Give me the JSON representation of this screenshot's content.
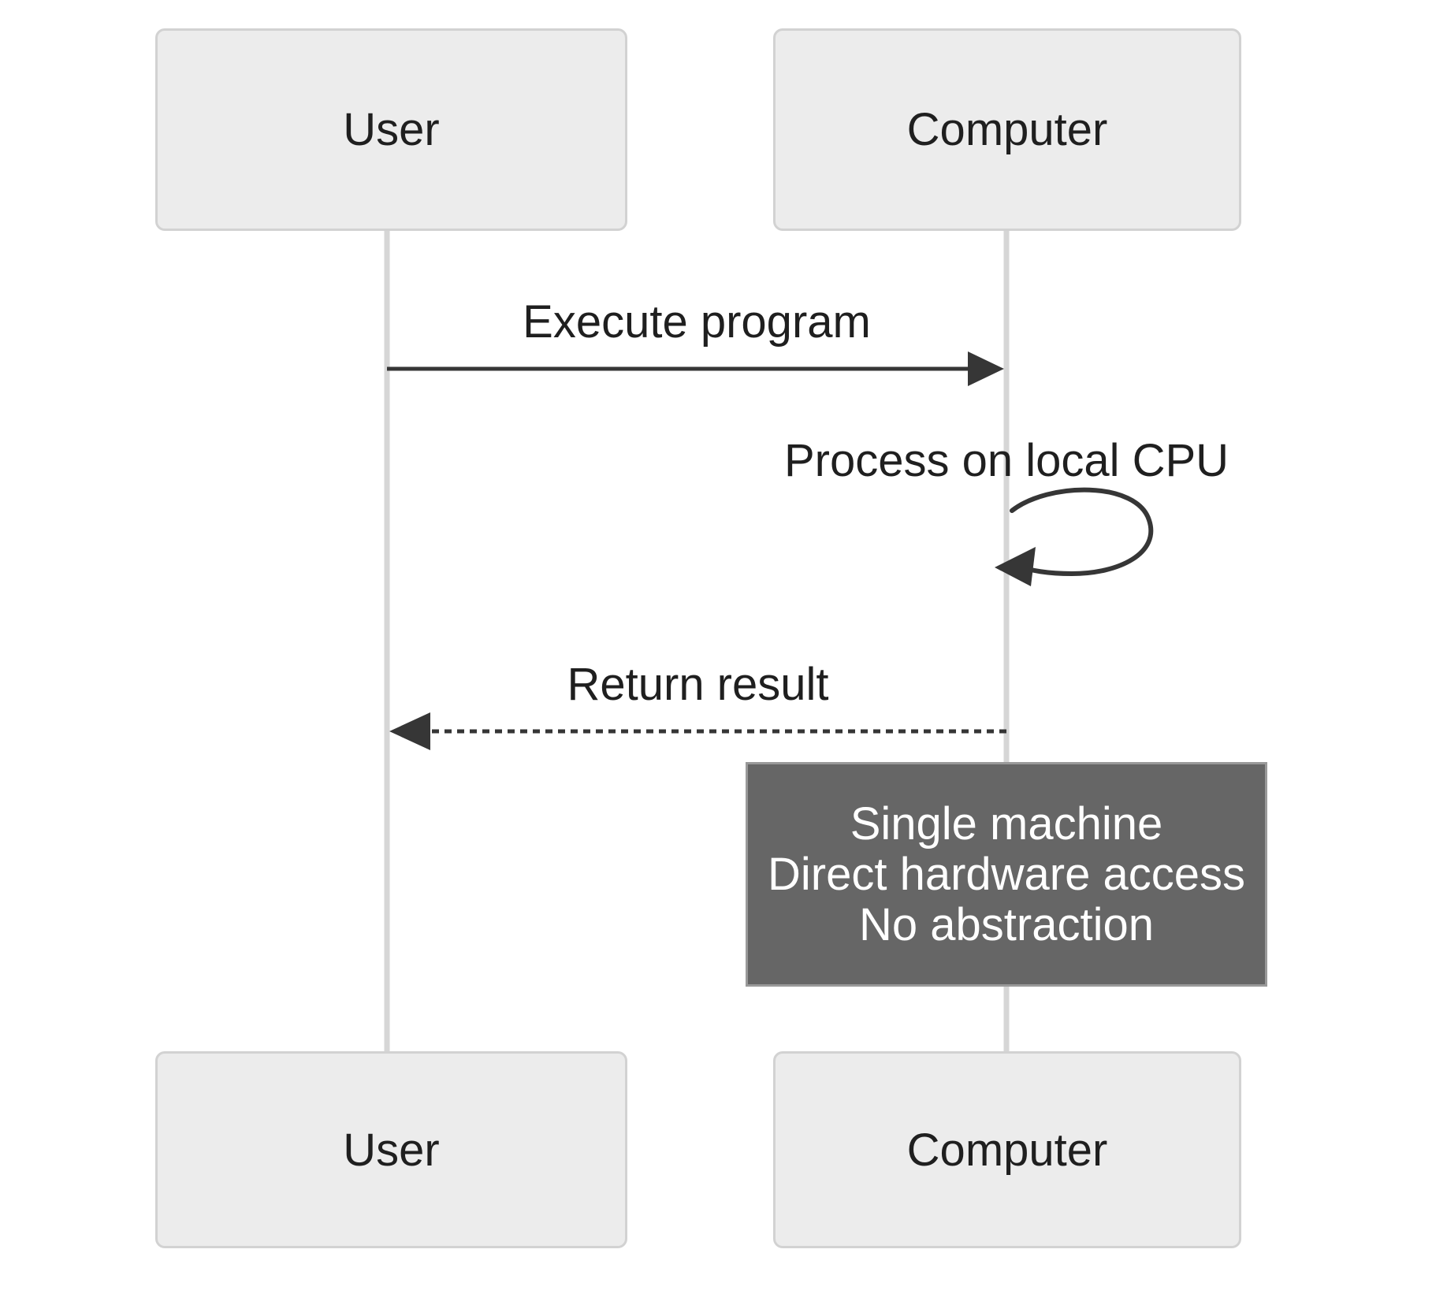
{
  "diagram": {
    "type": "sequence-diagram",
    "participants": [
      {
        "id": "user",
        "label": "User"
      },
      {
        "id": "computer",
        "label": "Computer"
      }
    ],
    "messages": [
      {
        "from": "user",
        "to": "computer",
        "label": "Execute program",
        "line_style": "solid-arrow"
      },
      {
        "from": "computer",
        "to": "computer",
        "label": "Process on local CPU",
        "line_style": "self-loop"
      },
      {
        "from": "computer",
        "to": "user",
        "label": "Return result",
        "line_style": "dashed-arrow"
      }
    ],
    "note": {
      "target": "computer",
      "lines": [
        "Single machine",
        "Direct hardware access",
        "No abstraction"
      ]
    },
    "colors": {
      "background": "#ffffff",
      "actor_fill": "#ececec",
      "actor_border": "#d2d2d2",
      "lifeline": "#d6d6d6",
      "arrow": "#363636",
      "text": "#1f1f1f",
      "note_fill": "#666666",
      "note_border": "#999999",
      "note_text": "#ffffff"
    }
  }
}
